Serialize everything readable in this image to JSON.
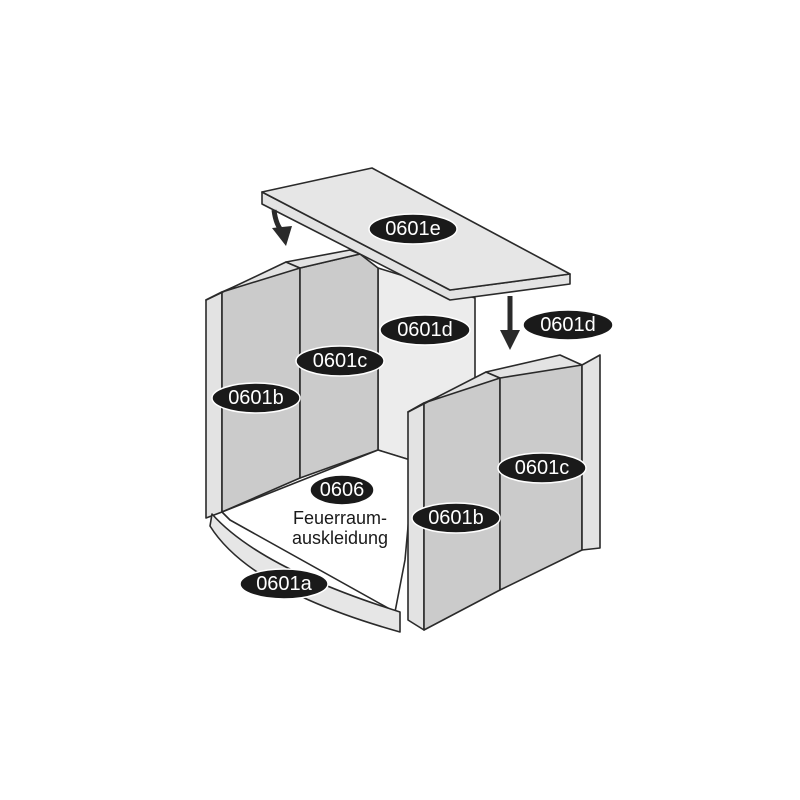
{
  "labels": {
    "top_plate": "0601e",
    "back_left": "0601d",
    "back_right": "0601d",
    "left_inner": "0601c",
    "left_outer": "0601b",
    "right_inner": "0601c",
    "right_outer": "0601b",
    "floor_front": "0601a",
    "lining_code": "0606"
  },
  "caption": {
    "line1": "Feuerraum-",
    "line2": "auskleidung"
  }
}
